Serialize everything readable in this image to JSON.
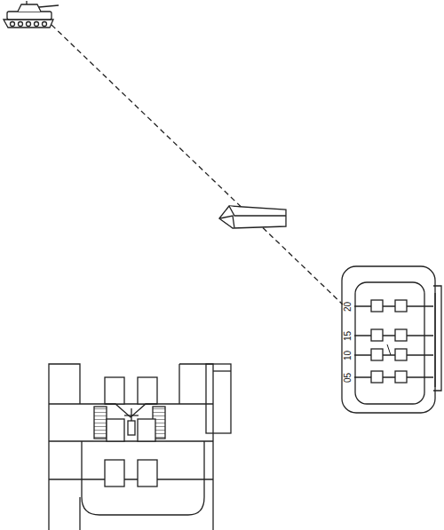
{
  "diagram": {
    "labels": [
      "20",
      "15",
      "10",
      "05"
    ]
  }
}
